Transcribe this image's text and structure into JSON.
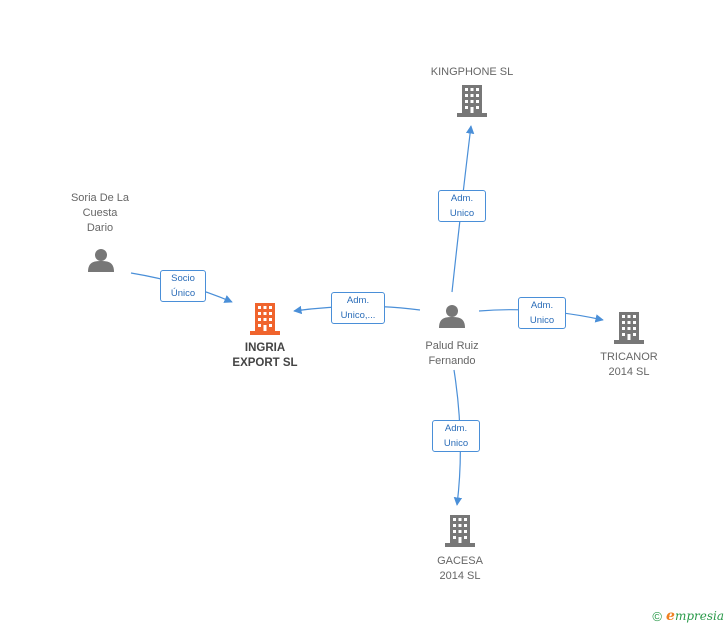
{
  "colors": {
    "edge": "#4a8fd8",
    "person_icon": "#777777",
    "company_icon": "#777777",
    "main_company_icon": "#f0642d"
  },
  "nodes": {
    "soria": {
      "label": "Soria De La\nCuesta\nDario",
      "icon": "person-icon"
    },
    "ingria": {
      "label": "INGRIA\nEXPORT SL",
      "icon": "building-icon"
    },
    "palud": {
      "label": "Palud Ruiz\nFernando",
      "icon": "person-icon"
    },
    "kingphone": {
      "label": "KINGPHONE SL",
      "icon": "building-icon"
    },
    "tricanor": {
      "label": "TRICANOR\n2014  SL",
      "icon": "building-icon"
    },
    "gacesa": {
      "label": "GACESA\n2014  SL",
      "icon": "building-icon"
    }
  },
  "edges": {
    "soria_ingria": {
      "label": "Socio\nÚnico"
    },
    "palud_ingria": {
      "label": "Adm.\nUnico,..."
    },
    "palud_kingphone": {
      "label": "Adm.\nUnico"
    },
    "palud_tricanor": {
      "label": "Adm.\nUnico"
    },
    "palud_gacesa": {
      "label": "Adm.\nUnico"
    }
  },
  "brand": {
    "copyright": "©",
    "logo_first": "e",
    "logo_rest": "mpresia"
  }
}
